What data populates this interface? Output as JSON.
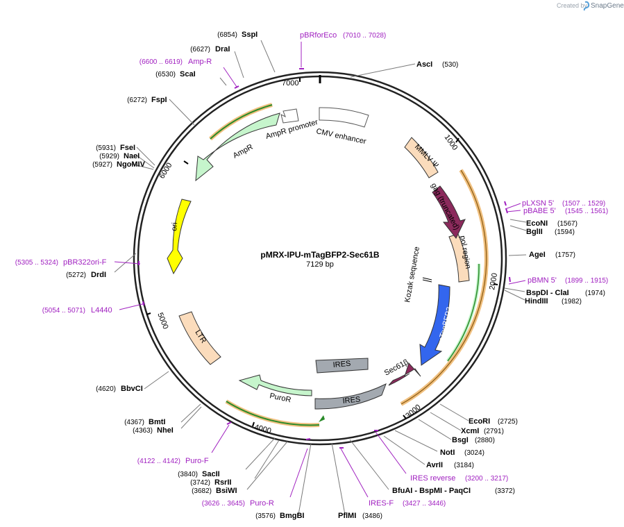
{
  "credit": {
    "prefix": "Created by",
    "brand": "SnapGene"
  },
  "plasmid": {
    "name": "pMRX-IPU-mTagBFP2-Sec61B",
    "length": "7129 bp"
  },
  "ticks": [
    "1000",
    "2000",
    "3000",
    "4000",
    "5000",
    "6000",
    "7000"
  ],
  "features": [
    {
      "name": "CMV enhancer",
      "color": "#ffffff"
    },
    {
      "name": "MMLV Ψ",
      "color": "#fbdcbc"
    },
    {
      "name": "gag (truncated)",
      "color": "#8b2a5c"
    },
    {
      "name": "pol region",
      "color": "#fbdcbc"
    },
    {
      "name": "Kozak sequence",
      "color": "#000000"
    },
    {
      "name": "mTagBFP2",
      "color": "#3366ee"
    },
    {
      "name": "Sec61β",
      "color": "#8b2a5c"
    },
    {
      "name": "IRES",
      "color": "#a3a9b0"
    },
    {
      "name": "IRES",
      "color": "#a3a9b0"
    },
    {
      "name": "PuroR",
      "color": "#c6f5cc"
    },
    {
      "name": "LTR",
      "color": "#fbdcbc"
    },
    {
      "name": "ori",
      "color": "#ffff00"
    },
    {
      "name": "AmpR",
      "color": "#c6f5cc"
    },
    {
      "name": "AmpR promoter",
      "color": "#ffffff"
    }
  ],
  "sites": [
    {
      "name": "AscI",
      "pos": "(530)"
    },
    {
      "name": "EcoNI",
      "pos": "(1567)"
    },
    {
      "name": "BglII",
      "pos": "(1594)"
    },
    {
      "name": "AgeI",
      "pos": "(1757)"
    },
    {
      "name": "BspDI - ClaI",
      "pos": "(1974)"
    },
    {
      "name": "HindIII",
      "pos": "(1982)"
    },
    {
      "name": "EcoRI",
      "pos": "(2725)"
    },
    {
      "name": "XcmI",
      "pos": "(2791)"
    },
    {
      "name": "BsgI",
      "pos": "(2880)"
    },
    {
      "name": "NotI",
      "pos": "(3024)"
    },
    {
      "name": "AvrII",
      "pos": "(3184)"
    },
    {
      "name": "BfuAI - BspMI - PaqCI",
      "pos": "(3372)"
    },
    {
      "name": "PflMI",
      "pos": "(3486)"
    },
    {
      "name": "BmgBI",
      "pos": "(3576)"
    },
    {
      "name": "BsiWI",
      "pos": "(3682)"
    },
    {
      "name": "RsrII",
      "pos": "(3742)"
    },
    {
      "name": "SacII",
      "pos": "(3840)"
    },
    {
      "name": "NheI",
      "pos": "(4363)"
    },
    {
      "name": "BmtI",
      "pos": "(4367)"
    },
    {
      "name": "BbvCI",
      "pos": "(4620)"
    },
    {
      "name": "DrdI",
      "pos": "(5272)"
    },
    {
      "name": "NgoMIV",
      "pos": "(5927)"
    },
    {
      "name": "NaeI",
      "pos": "(5929)"
    },
    {
      "name": "FseI",
      "pos": "(5931)"
    },
    {
      "name": "FspI",
      "pos": "(6272)"
    },
    {
      "name": "ScaI",
      "pos": "(6530)"
    },
    {
      "name": "DraI",
      "pos": "(6627)"
    },
    {
      "name": "SspI",
      "pos": "(6854)"
    }
  ],
  "primers": [
    {
      "name": "pBRforEco",
      "range": "(7010 .. 7028)"
    },
    {
      "name": "pLXSN 5'",
      "range": "(1507 .. 1529)"
    },
    {
      "name": "pBABE 5'",
      "range": "(1545 .. 1561)"
    },
    {
      "name": "pBMN 5'",
      "range": "(1899 .. 1915)"
    },
    {
      "name": "IRES reverse",
      "range": "(3200 .. 3217)"
    },
    {
      "name": "IRES-F",
      "range": "(3427 .. 3446)"
    },
    {
      "name": "Puro-R",
      "range": "(3626 .. 3645)"
    },
    {
      "name": "Puro-F",
      "range": "(4122 .. 4142)"
    },
    {
      "name": "L4440",
      "range": "(5054 .. 5071)"
    },
    {
      "name": "pBR322ori-F",
      "range": "(5305 .. 5324)"
    },
    {
      "name": "Amp-R",
      "range": "(6600 .. 6619)"
    }
  ],
  "colors": {
    "primer": "#a020c0",
    "orf_outline": "#f0b050",
    "orf_inner": "#2a8a2a",
    "backbone": "#222222"
  }
}
